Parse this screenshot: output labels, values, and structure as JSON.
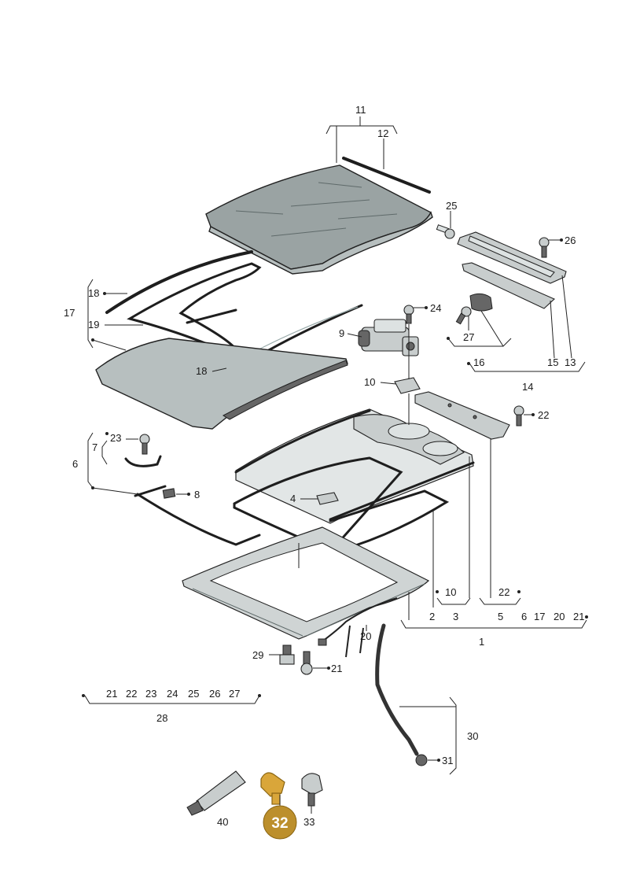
{
  "diagram": {
    "callouts": {
      "c1": "1",
      "c2": "2",
      "c3": "3",
      "c4": "4",
      "c5": "5",
      "c6": "6",
      "c6b": "6",
      "c7": "7",
      "c8": "8",
      "c9": "9",
      "c10a": "10",
      "c10b": "10",
      "c11": "11",
      "c12": "12",
      "c13": "13",
      "c14": "14",
      "c15": "15",
      "c16": "16",
      "c17": "17",
      "c17b": "17",
      "c18a": "18",
      "c18b": "18",
      "c19": "19",
      "c20": "20",
      "c20b": "20",
      "c21a": "21",
      "c21b": "21",
      "c21c": "21",
      "c22a": "22",
      "c22b": "22",
      "c22c": "22",
      "c23a": "23",
      "c23c": "23",
      "c24a": "24",
      "c24c": "24",
      "c25a": "25",
      "c25c": "25",
      "c26a": "26",
      "c26c": "26",
      "c27a": "27",
      "c27c": "27",
      "c28": "28",
      "c29": "29",
      "c30": "30",
      "c31": "31",
      "c33": "33",
      "c40": "40"
    },
    "highlighted_part": "32"
  }
}
